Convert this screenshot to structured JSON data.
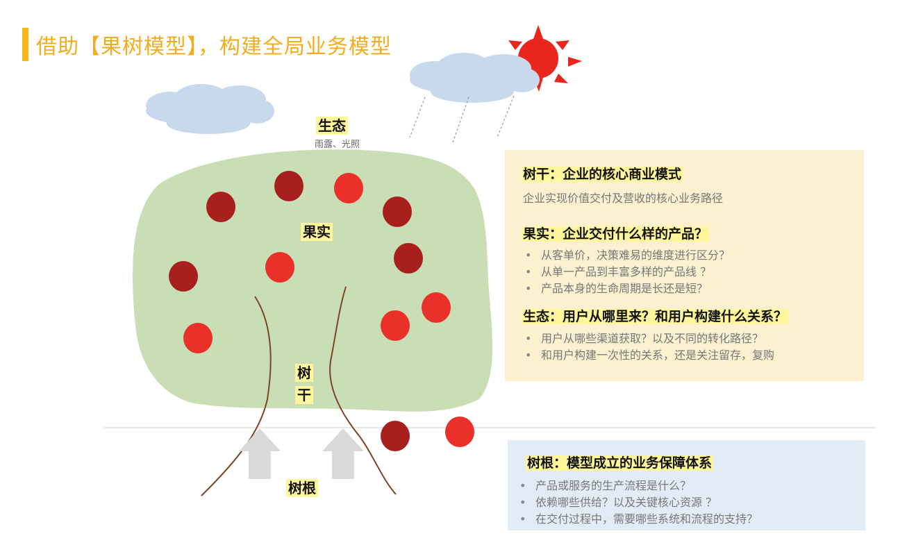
{
  "title": "借助【果树模型】，构建全局业务模型",
  "labels": {
    "ecology": "生态",
    "ecology_sub": "雨露、光照",
    "fruit": "果实",
    "trunk_1": "树",
    "trunk_2": "干",
    "root": "树根"
  },
  "trunk_section": {
    "heading": "树干：企业的核心商业模式",
    "description": "企业实现价值交付及营收的核心业务路径"
  },
  "fruit_section": {
    "heading": "果实：企业交付什么样的产品？",
    "items": [
      "从客单价，决策难易的维度进行区分？",
      "从单一产品到丰富多样的产品线 ？",
      "产品本身的生命周期是长还是短？"
    ]
  },
  "ecology_section": {
    "heading": "生态：用户从哪里来？和用户构建什么关系？",
    "items": [
      "用户从哪些渠道获取？以及不同的转化路径？",
      "和用户构建一次性的关系，还是关注留存，复购"
    ]
  },
  "root_section": {
    "heading": "树根：模型成立的业务保障体系",
    "items": [
      "产品或服务的生产流程是什么？",
      "依赖哪些供给？以及关键核心资源 ？",
      "在交付过程中，需要哪些系统和流程的支持？"
    ]
  },
  "colors": {
    "accent": "#f5b619",
    "canopy": "#c9deb4",
    "fruit_dark": "#a8201e",
    "fruit_light": "#e9302a",
    "cloud": "#c8d9ec",
    "sun": "#e8261c",
    "highlight": "#fff59a"
  },
  "icons": [
    "sun-icon",
    "cloud-icon",
    "rain-icon",
    "fruit-icon",
    "up-arrow-icon"
  ]
}
